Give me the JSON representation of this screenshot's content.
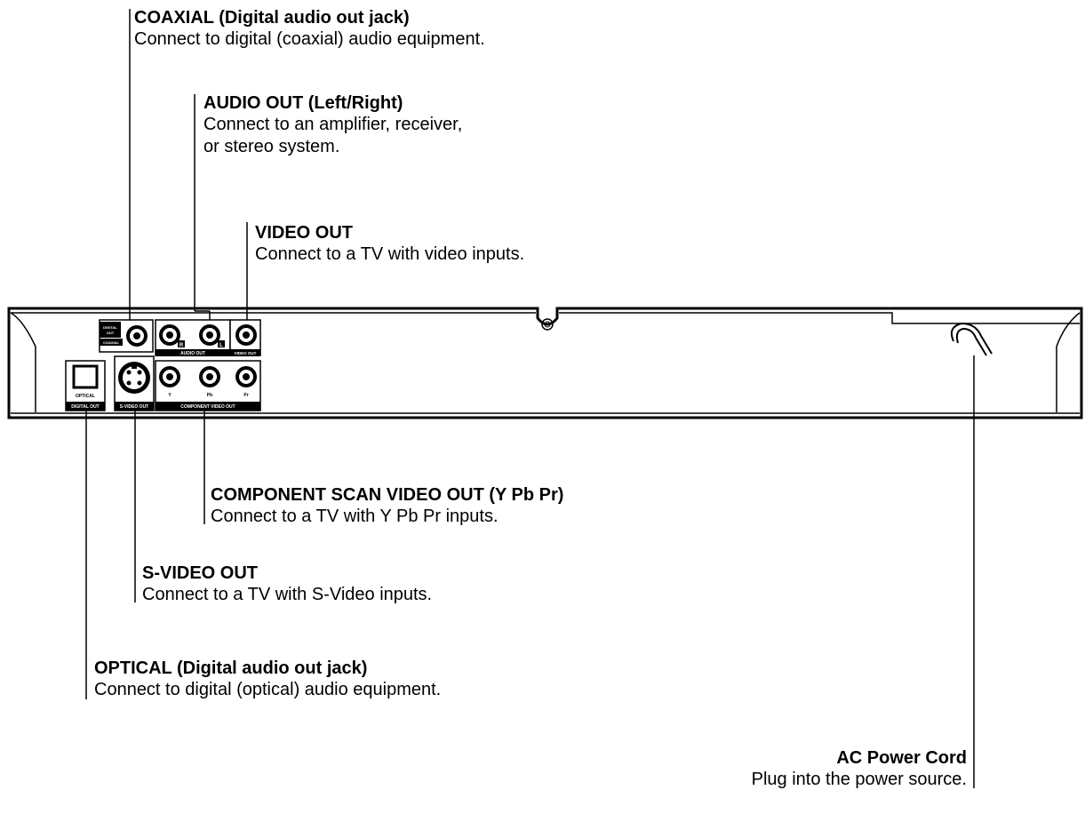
{
  "callouts": {
    "coaxial": {
      "title": "COAXIAL (Digital audio out jack)",
      "desc": "Connect to digital (coaxial) audio equipment."
    },
    "audio_out": {
      "title": "AUDIO OUT (Left/Right)",
      "desc": "Connect to an amplifier, receiver,\nor stereo system."
    },
    "video_out": {
      "title": "VIDEO OUT",
      "desc": "Connect to a TV with video inputs."
    },
    "component": {
      "title": "COMPONENT SCAN VIDEO OUT (Y Pb Pr)",
      "desc": "Connect to a TV with Y Pb Pr inputs."
    },
    "s_video": {
      "title": "S-VIDEO OUT",
      "desc": "Connect to a TV with S-Video inputs."
    },
    "optical": {
      "title": "OPTICAL (Digital audio out jack)",
      "desc": "Connect to digital (optical) audio equipment."
    },
    "ac_power": {
      "title": "AC Power Cord",
      "desc": "Plug into the power source."
    }
  },
  "panel_labels": {
    "digital_out_top": "DIGITAL",
    "digital_out_bottom": "OUT",
    "coaxial": "COAXIAL",
    "audio_out": "AUDIO OUT",
    "audio_r": "R",
    "audio_l": "L",
    "video_out": "VIDEO OUT",
    "optical": "OPTICAL",
    "digital_out": "DIGITAL OUT",
    "s_video_out": "S-VIDEO OUT",
    "y": "Y",
    "pb": "Pb",
    "pr": "Pr",
    "component_video_out": "COMPONENT VIDEO OUT"
  }
}
